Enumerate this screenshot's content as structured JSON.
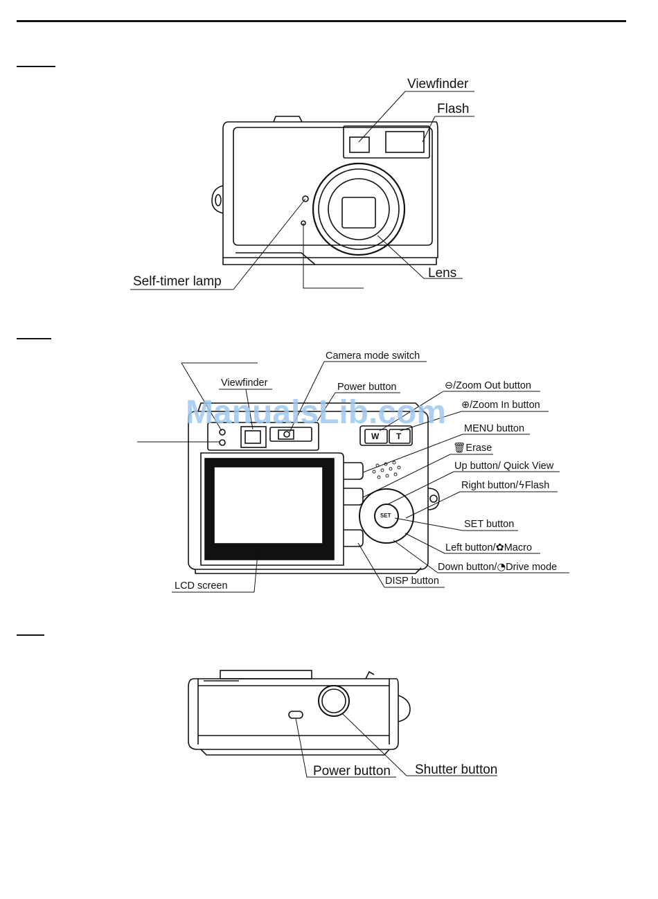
{
  "front": {
    "viewfinder": "Viewfinder",
    "flash": "Flash",
    "self_timer_lamp": "Self-timer lamp",
    "lens": "Lens"
  },
  "back": {
    "camera_mode_switch": "Camera mode switch",
    "viewfinder": "Viewfinder",
    "power_button": "Power button",
    "zoom_out_button": "/Zoom Out button",
    "zoom_in_button": "/Zoom In button",
    "menu_button": "MENU button",
    "erase": "Erase",
    "up_button": "Up button/ Quick View",
    "right_button_pre": "Right button/",
    "right_button_post": "Flash",
    "set_button": "SET button",
    "left_button_pre": "Left button/",
    "left_button_post": "Macro",
    "down_button_pre": "Down button/",
    "down_button_post": "Drive mode",
    "disp_button": "DISP button",
    "lcd_screen": "LCD screen",
    "wide_key": "W",
    "tele_key": "T",
    "set_key": "SET",
    "watermark": "ManualsLib.com"
  },
  "top": {
    "power_button": "Power button",
    "shutter_button": "Shutter button"
  },
  "icons": {
    "zoom_out": "magnifier-minus-icon",
    "zoom_in": "magnifier-plus-icon",
    "erase": "trash-icon",
    "flash": "lightning-icon",
    "macro": "flower-icon",
    "drive": "self-timer-icon"
  }
}
